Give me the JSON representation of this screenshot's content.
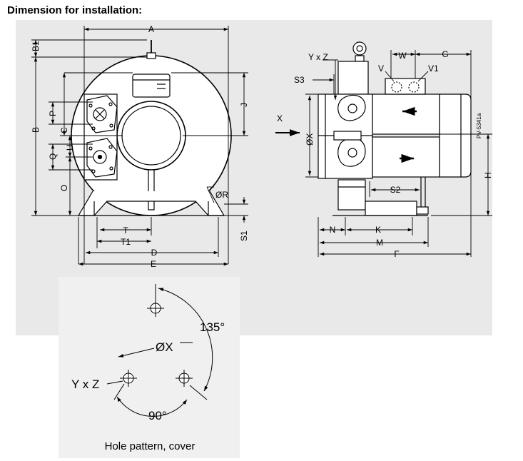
{
  "heading": "Dimension for installation:",
  "front_view": {
    "labels": {
      "A": "A",
      "B1": "B1",
      "B": "B",
      "C": "C",
      "P": "P",
      "Q": "Q",
      "U": "U",
      "O": "O",
      "J": "J",
      "R": "ØR",
      "S1": "S1",
      "T": "T",
      "T1": "T1",
      "D": "D",
      "E": "E"
    }
  },
  "side_view": {
    "labels": {
      "YxZ": "Y x Z",
      "W": "W",
      "G": "G",
      "S3": "S3",
      "V": "V",
      "V1": "V1",
      "X_arrow": "X",
      "OX": "ØX",
      "drawing_no": "PV-5341a",
      "H": "H",
      "S2": "S2",
      "N": "N",
      "K": "K",
      "M": "M",
      "F": "F"
    }
  },
  "hole_pattern": {
    "angle_top": "135°",
    "diameter": "ØX",
    "hole_size": "Y x Z",
    "angle_bottom": "90°",
    "caption": "Hole pattern, cover"
  }
}
